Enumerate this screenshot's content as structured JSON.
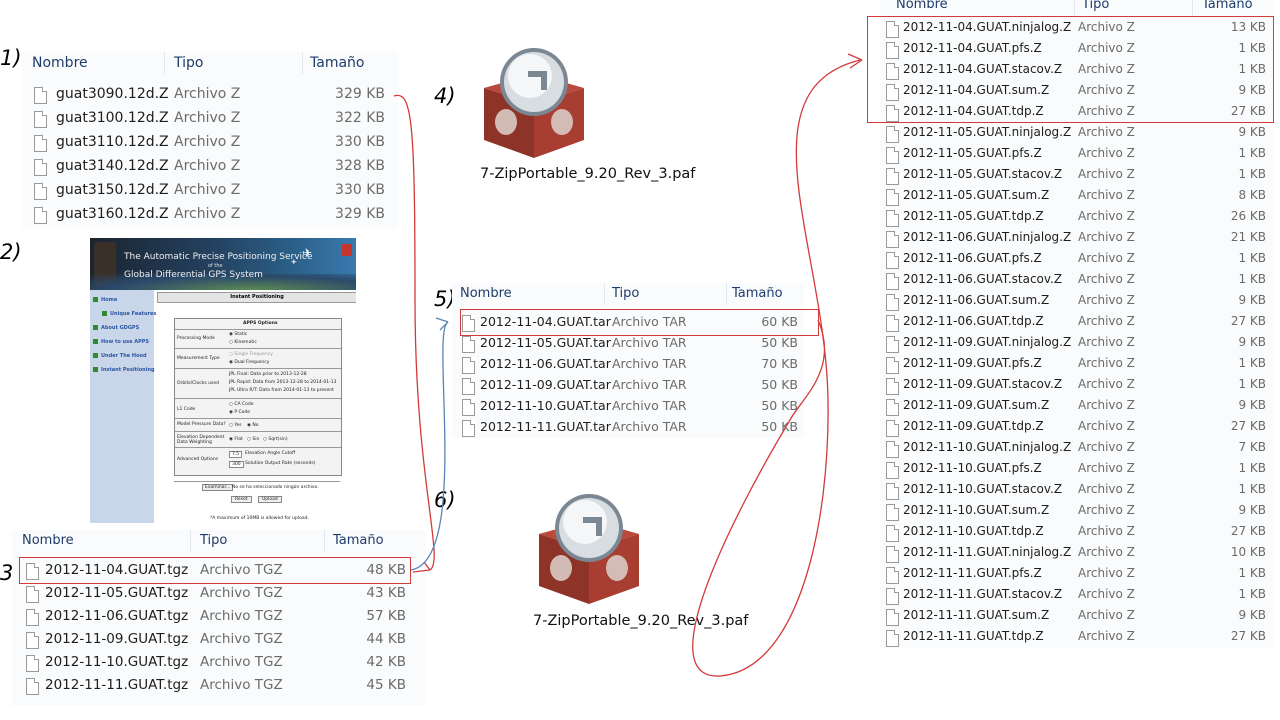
{
  "steps": [
    "1)",
    "2)",
    "3)",
    "4)",
    "5)",
    "6)"
  ],
  "columns": {
    "name": "Nombre",
    "type": "Tipo",
    "size": "Tamaño"
  },
  "panel1": {
    "rows": [
      {
        "name": "guat3090.12d.Z",
        "type": "Archivo Z",
        "size": "329 KB"
      },
      {
        "name": "guat3100.12d.Z",
        "type": "Archivo Z",
        "size": "322 KB"
      },
      {
        "name": "guat3110.12d.Z",
        "type": "Archivo Z",
        "size": "330 KB"
      },
      {
        "name": "guat3140.12d.Z",
        "type": "Archivo Z",
        "size": "328 KB"
      },
      {
        "name": "guat3150.12d.Z",
        "type": "Archivo Z",
        "size": "330 KB"
      },
      {
        "name": "guat3160.12d.Z",
        "type": "Archivo Z",
        "size": "329 KB"
      }
    ]
  },
  "panel3": {
    "rows": [
      {
        "name": "2012-11-04.GUAT.tgz",
        "type": "Archivo TGZ",
        "size": "48 KB"
      },
      {
        "name": "2012-11-05.GUAT.tgz",
        "type": "Archivo TGZ",
        "size": "43 KB"
      },
      {
        "name": "2012-11-06.GUAT.tgz",
        "type": "Archivo TGZ",
        "size": "57 KB"
      },
      {
        "name": "2012-11-09.GUAT.tgz",
        "type": "Archivo TGZ",
        "size": "44 KB"
      },
      {
        "name": "2012-11-10.GUAT.tgz",
        "type": "Archivo TGZ",
        "size": "42 KB"
      },
      {
        "name": "2012-11-11.GUAT.tgz",
        "type": "Archivo TGZ",
        "size": "45 KB"
      }
    ]
  },
  "panel5": {
    "rows": [
      {
        "name": "2012-11-04.GUAT.tar",
        "type": "Archivo TAR",
        "size": "60 KB"
      },
      {
        "name": "2012-11-05.GUAT.tar",
        "type": "Archivo TAR",
        "size": "50 KB"
      },
      {
        "name": "2012-11-06.GUAT.tar",
        "type": "Archivo TAR",
        "size": "70 KB"
      },
      {
        "name": "2012-11-09.GUAT.tar",
        "type": "Archivo TAR",
        "size": "50 KB"
      },
      {
        "name": "2012-11-10.GUAT.tar",
        "type": "Archivo TAR",
        "size": "50 KB"
      },
      {
        "name": "2012-11-11.GUAT.tar",
        "type": "Archivo TAR",
        "size": "50 KB"
      }
    ]
  },
  "panel_right": {
    "rows": [
      {
        "name": "2012-11-04.GUAT.ninjalog.Z",
        "type": "Archivo Z",
        "size": "13 KB"
      },
      {
        "name": "2012-11-04.GUAT.pfs.Z",
        "type": "Archivo Z",
        "size": "1 KB"
      },
      {
        "name": "2012-11-04.GUAT.stacov.Z",
        "type": "Archivo Z",
        "size": "1 KB"
      },
      {
        "name": "2012-11-04.GUAT.sum.Z",
        "type": "Archivo Z",
        "size": "9 KB"
      },
      {
        "name": "2012-11-04.GUAT.tdp.Z",
        "type": "Archivo Z",
        "size": "27 KB"
      },
      {
        "name": "2012-11-05.GUAT.ninjalog.Z",
        "type": "Archivo Z",
        "size": "9 KB"
      },
      {
        "name": "2012-11-05.GUAT.pfs.Z",
        "type": "Archivo Z",
        "size": "1 KB"
      },
      {
        "name": "2012-11-05.GUAT.stacov.Z",
        "type": "Archivo Z",
        "size": "1 KB"
      },
      {
        "name": "2012-11-05.GUAT.sum.Z",
        "type": "Archivo Z",
        "size": "8 KB"
      },
      {
        "name": "2012-11-05.GUAT.tdp.Z",
        "type": "Archivo Z",
        "size": "26 KB"
      },
      {
        "name": "2012-11-06.GUAT.ninjalog.Z",
        "type": "Archivo Z",
        "size": "21 KB"
      },
      {
        "name": "2012-11-06.GUAT.pfs.Z",
        "type": "Archivo Z",
        "size": "1 KB"
      },
      {
        "name": "2012-11-06.GUAT.stacov.Z",
        "type": "Archivo Z",
        "size": "1 KB"
      },
      {
        "name": "2012-11-06.GUAT.sum.Z",
        "type": "Archivo Z",
        "size": "9 KB"
      },
      {
        "name": "2012-11-06.GUAT.tdp.Z",
        "type": "Archivo Z",
        "size": "27 KB"
      },
      {
        "name": "2012-11-09.GUAT.ninjalog.Z",
        "type": "Archivo Z",
        "size": "9 KB"
      },
      {
        "name": "2012-11-09.GUAT.pfs.Z",
        "type": "Archivo Z",
        "size": "1 KB"
      },
      {
        "name": "2012-11-09.GUAT.stacov.Z",
        "type": "Archivo Z",
        "size": "1 KB"
      },
      {
        "name": "2012-11-09.GUAT.sum.Z",
        "type": "Archivo Z",
        "size": "9 KB"
      },
      {
        "name": "2012-11-09.GUAT.tdp.Z",
        "type": "Archivo Z",
        "size": "27 KB"
      },
      {
        "name": "2012-11-10.GUAT.ninjalog.Z",
        "type": "Archivo Z",
        "size": "7 KB"
      },
      {
        "name": "2012-11-10.GUAT.pfs.Z",
        "type": "Archivo Z",
        "size": "1 KB"
      },
      {
        "name": "2012-11-10.GUAT.stacov.Z",
        "type": "Archivo Z",
        "size": "1 KB"
      },
      {
        "name": "2012-11-10.GUAT.sum.Z",
        "type": "Archivo Z",
        "size": "9 KB"
      },
      {
        "name": "2012-11-10.GUAT.tdp.Z",
        "type": "Archivo Z",
        "size": "27 KB"
      },
      {
        "name": "2012-11-11.GUAT.ninjalog.Z",
        "type": "Archivo Z",
        "size": "10 KB"
      },
      {
        "name": "2012-11-11.GUAT.pfs.Z",
        "type": "Archivo Z",
        "size": "1 KB"
      },
      {
        "name": "2012-11-11.GUAT.stacov.Z",
        "type": "Archivo Z",
        "size": "1 KB"
      },
      {
        "name": "2012-11-11.GUAT.sum.Z",
        "type": "Archivo Z",
        "size": "9 KB"
      },
      {
        "name": "2012-11-11.GUAT.tdp.Z",
        "type": "Archivo Z",
        "size": "27 KB"
      }
    ]
  },
  "app": {
    "label": "7-ZipPortable_9.20_Rev_3.paf",
    "icon": "7zip-portable-icon"
  },
  "web": {
    "banner_title": "The Automatic Precise Positioning Service",
    "banner_of": "of the",
    "banner_subtitle": "Global Differential GPS System",
    "page_heading": "Instant Positioning",
    "nav": [
      "Home",
      "Unique Features",
      "About GDGPS",
      "How to use APPS",
      "Under The Hood",
      "Instant Positioning"
    ],
    "options_title": "APPS Options",
    "processing_mode_label": "Processing Mode",
    "processing_modes": [
      "Static",
      "Kinematic"
    ],
    "measurement_type_label": "Measurement Type",
    "measurement_types": [
      "Single Frequency",
      "Dual Frequency"
    ],
    "orbits_label": "Orbits/Clocks used",
    "orbits": [
      "JPL Final:    Data prior to 2013-12-28",
      "JPL Rapid:    Data from 2013-12-28 to 2014-01-13",
      "JPL Ultra R/T: Data from 2014-01-13 to present"
    ],
    "l1_label": "L1 Code",
    "l1_options": [
      "CA Code",
      "P Code"
    ],
    "model_pressure_label": "Model Pressure Data?",
    "model_pressure_options": [
      "Yes",
      "No"
    ],
    "elev_weight_label": "Elevation Dependent Data Weighting",
    "elev_weight_options": [
      "Flat",
      "Sin",
      "Sqrt(sin)"
    ],
    "advanced_label": "Advanced Options",
    "cutoff_value": "7.5",
    "cutoff_label": "Elevation Angle Cutoff",
    "rate_value": "300",
    "rate_label": "Solution Output Rate (seconds)",
    "browse_label": "Examinar...",
    "no_file_label": "No se ha seleccionado ningún archivo.",
    "reset_label": "Reset",
    "upload_label": "Upload",
    "footnote": "*A maximum of 10MB is allowed for upload."
  }
}
